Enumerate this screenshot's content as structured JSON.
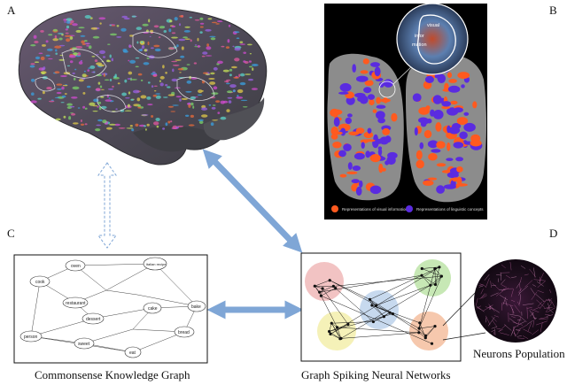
{
  "panels": {
    "a": "A",
    "b": "B",
    "c": "C",
    "d": "D"
  },
  "captions": {
    "knowledge_graph": "Commonsense Knowledge Graph",
    "gsnn": "Graph Spiking Neural Networks",
    "neurons": "Neurons Population"
  },
  "legend": {
    "visual": "Representations of visual information",
    "linguistic": "Representations of linguistic concepts"
  },
  "inset": {
    "line1": "visual",
    "line2": "infor",
    "line3": "mation"
  },
  "knowledge_graph": {
    "nodes": [
      {
        "id": "n1",
        "label": "cook"
      },
      {
        "id": "n2",
        "label": "oven"
      },
      {
        "id": "n3",
        "label": "italian recipe"
      },
      {
        "id": "n4",
        "label": "restaurant"
      },
      {
        "id": "n5",
        "label": "dessert"
      },
      {
        "id": "n6",
        "label": "cake"
      },
      {
        "id": "n7",
        "label": "bake"
      },
      {
        "id": "n8",
        "label": "person"
      },
      {
        "id": "n9",
        "label": "sweet"
      },
      {
        "id": "n10",
        "label": "eat"
      },
      {
        "id": "n11",
        "label": "bread"
      }
    ]
  },
  "colors": {
    "arrow": "#7fa6d6",
    "visual_red": "#ff5a1f",
    "linguistic_blue": "#5a2be0",
    "cluster_pink": "#f2c3c3",
    "cluster_green": "#c7e8b5",
    "cluster_blue": "#c7d9ee",
    "cluster_yellow": "#f5f1b8",
    "cluster_orange": "#f6c8ad"
  }
}
